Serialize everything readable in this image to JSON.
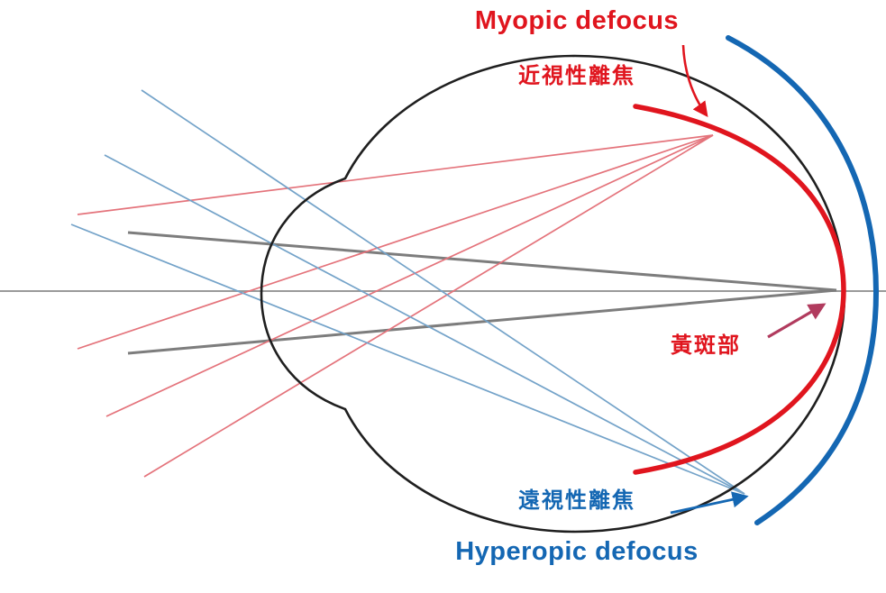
{
  "figure": {
    "labels": {
      "myopic_en": "Myopic defocus",
      "myopic_zh": "近視性離焦",
      "macula_zh": "黃斑部",
      "hyperopic_zh": "遠視性離焦",
      "hyperopic_en": "Hyperopic defocus"
    },
    "colors": {
      "red": "#e0151e",
      "blue": "#1467b3",
      "maroon": "#b13b5e",
      "ray_red": "#e4737b",
      "ray_blue": "#74a3c9",
      "gray_ray": "#7d7d7d",
      "axis_gray": "#9a9a9a",
      "outline": "#1f1f1f"
    },
    "elements": {
      "eye_outline": "eye cross-section",
      "red_arc": "myopic defocus image shell",
      "blue_arc": "hyperopic defocus image shell",
      "macula_point": "macula focal point on retina"
    }
  }
}
